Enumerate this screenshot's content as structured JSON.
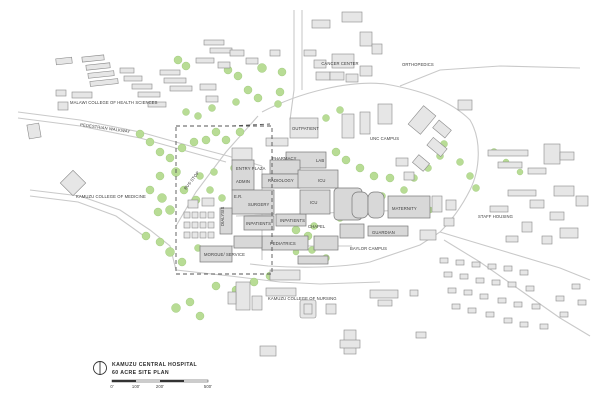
{
  "map_title": {
    "line1": "KAMUZU CENTRAL HOSPITAL",
    "line2": "60 ACRE SITE PLAN",
    "scale_ticks": [
      "0'",
      "100'",
      "200'",
      "500'"
    ]
  },
  "labels": {
    "orthopedics": "ORTHOPEDICS",
    "cancer_center": "CANCER CENTER",
    "malawi_college": "MALAWI COLLEGE OF HEALTH SCIENCES",
    "pedestrian_walkway": "PEDESTRIAN WALKWAY",
    "bus_stop": "BUS STOP",
    "kamuzu_medicine": "KAMUZU COLLEGE OF MEDICINE",
    "unc_campus": "UNC CAMPUS",
    "outpatient": "OUTPATIENT",
    "pharmacy": "PHARMACY",
    "lab": "LAB",
    "entry_plaza": "ENTRY PLAZA",
    "admin": "ADMIN",
    "radiology": "RADIOLOGY",
    "icu_upper": "ICU",
    "er": "E.R.",
    "surgery": "SURGERY",
    "icu": "ICU",
    "maternity": "MATERNITY",
    "inpatients1": "INPATIENTS",
    "inpatients2": "INPATIENTS",
    "chapel": "CHAPEL",
    "guardian": "GUARDIAN",
    "pediatrics": "PEDIATRICS",
    "baylor_campus": "BAYLOR CAMPUS",
    "morgue": "MORGUE/ SERVICE",
    "staff_housing": "STAFF HOUSING",
    "kamuzu_nursing": "KAMUZU COLLEGE OF NURSING",
    "dialysis": "DIALYSIS"
  }
}
